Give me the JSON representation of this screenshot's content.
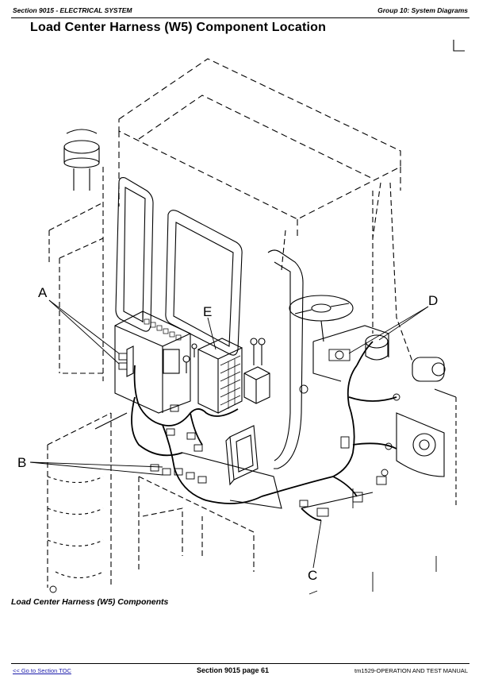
{
  "header": {
    "section": "Section 9015 - ELECTRICAL SYSTEM",
    "group": "Group 10: System Diagrams"
  },
  "title": "Load Center Harness (W5) Component Location",
  "figure": {
    "callouts": [
      "A",
      "B",
      "C",
      "D",
      "E"
    ]
  },
  "caption": "Load Center Harness (W5) Components",
  "footer": {
    "toc_link": "<< Go to Section TOC",
    "page": "Section 9015 page 61",
    "manual": "tm1529-OPERATION AND TEST MANUAL"
  }
}
